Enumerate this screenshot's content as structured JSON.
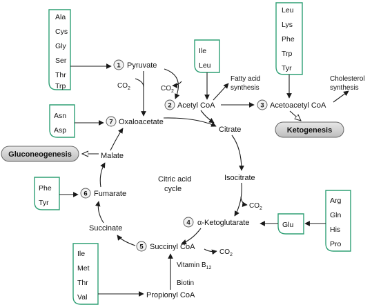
{
  "metabolites": {
    "pyruvate": "Pyruvate",
    "acetyl_coa": "Acetyl CoA",
    "acetoacetyl_coa": "Acetoacetyl CoA",
    "oxaloacetate": "Oxaloacetate",
    "citrate": "Citrate",
    "isocitrate": "Isocitrate",
    "alpha_ketoglutarate": "α-Ketoglutarate",
    "succinyl_coa": "Succinyl CoA",
    "succinate": "Succinate",
    "fumarate": "Fumarate",
    "malate": "Malate",
    "propionyl_coa": "Propionyl CoA"
  },
  "entry_numbers": [
    "1",
    "2",
    "3",
    "4",
    "5",
    "6",
    "7"
  ],
  "amino_acid_groups": {
    "pyruvate": [
      "Ala",
      "Cys",
      "Gly",
      "Ser",
      "Thr",
      "Trp"
    ],
    "acetyl_coa": [
      "Ile",
      "Leu"
    ],
    "acetoacetyl_coa": [
      "Leu",
      "Lys",
      "Phe",
      "Trp",
      "Tyr"
    ],
    "oxaloacetate": [
      "Asn",
      "Asp"
    ],
    "fumarate": [
      "Phe",
      "Tyr"
    ],
    "glu_source": [
      "Arg",
      "Gln",
      "His",
      "Pro"
    ],
    "glu": [
      "Glu"
    ],
    "propionyl_coa": [
      "Ile",
      "Met",
      "Thr",
      "Val"
    ]
  },
  "labels": {
    "co2": "CO",
    "co2_sub": "2",
    "fatty_acid_1": "Fatty acid",
    "fatty_acid_2": "synthesis",
    "cholesterol_1": "Cholesterol",
    "cholesterol_2": "synthesis",
    "cycle_1": "Citric acid",
    "cycle_2": "cycle",
    "vitamin": "Vitamin B",
    "vitamin_sub": "12",
    "biotin": "Biotin"
  },
  "outcomes": {
    "ketogenesis": "Ketogenesis",
    "gluconeogenesis": "Gluconeogenesis"
  },
  "colors": {
    "box_border": "#2e9f74",
    "arrow": "#1a1a1a",
    "pill_fill": "#cfcfcf"
  }
}
